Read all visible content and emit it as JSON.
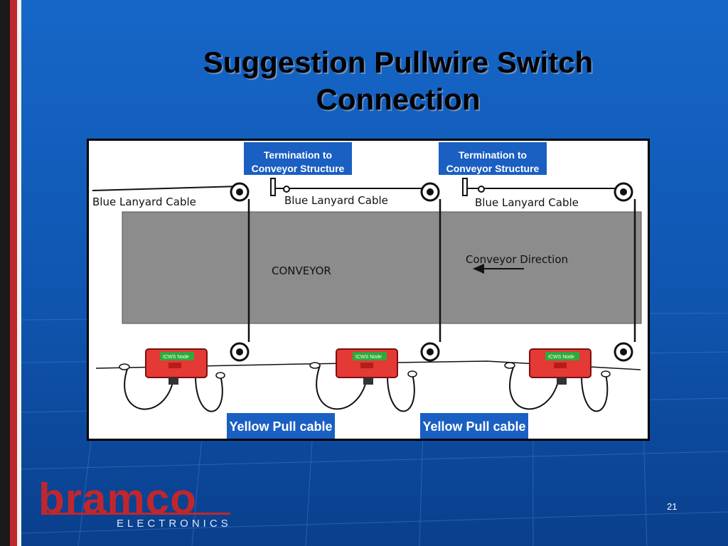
{
  "slide": {
    "title_line1": "Suggestion Pullwire Switch",
    "title_line2": "Connection",
    "page_number": "21"
  },
  "callouts": {
    "termination_1": "Termination to Conveyor Structure",
    "termination_2": "Termination to Conveyor Structure",
    "yellow_1": "Yellow Pull cable",
    "yellow_2": "Yellow Pull cable"
  },
  "diagram": {
    "lanyard_label_1": "Blue Lanyard Cable",
    "lanyard_label_2": "Blue Lanyard Cable",
    "lanyard_label_3": "Blue Lanyard Cable",
    "conveyor_label": "CONVEYOR",
    "direction_label": "Conveyor Direction",
    "node_label_1": "ICWS Node",
    "node_label_2": "ICWS Node",
    "node_label_3": "ICWS Node"
  },
  "logo": {
    "word": "bramco",
    "sub": "ELECTRONICS"
  },
  "colors": {
    "background": "#1667c8",
    "callout": "#1a5fc2",
    "accent_red": "#c0272d",
    "node_red": "#e53935",
    "conveyor_gray": "#8c8c8c"
  }
}
